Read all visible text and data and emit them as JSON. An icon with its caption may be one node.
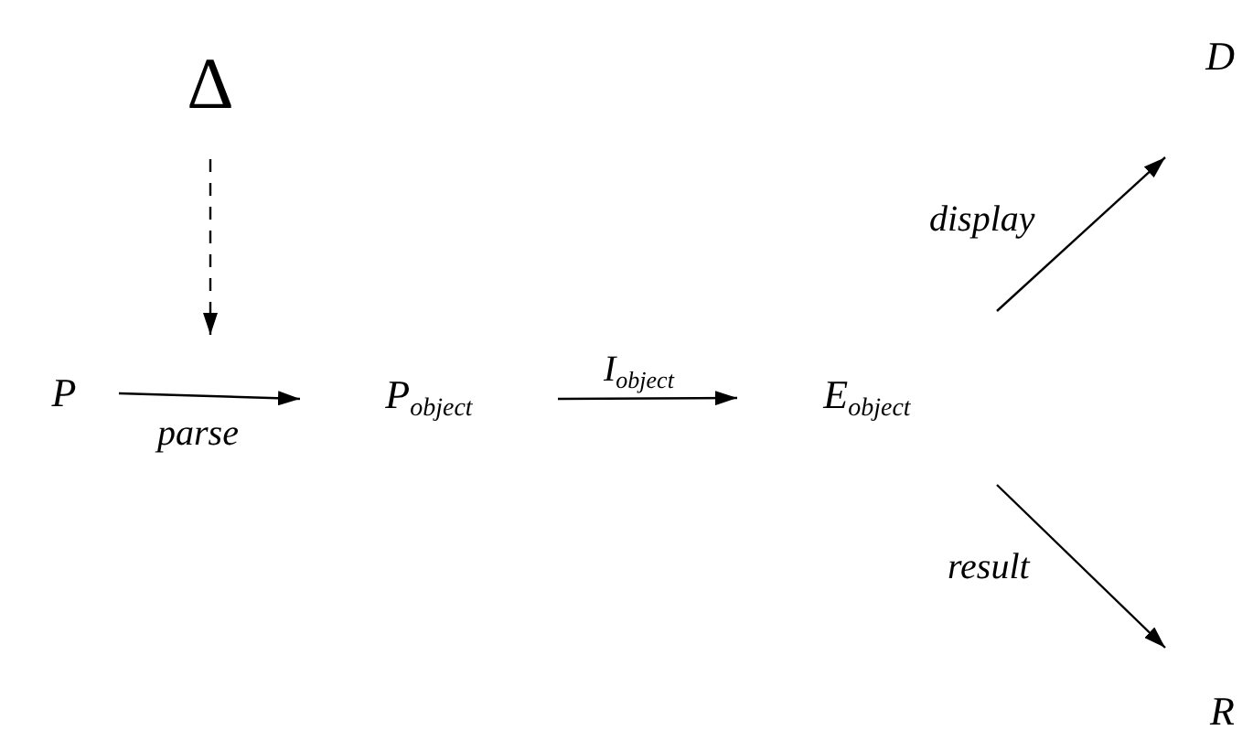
{
  "diagram": {
    "nodes": [
      {
        "text": [
          "Δ"
        ]
      },
      {
        "text": [
          "P"
        ]
      },
      {
        "text": [
          "P$_{object}$"
        ]
      },
      {
        "text": [
          "E$_{object}$"
        ]
      },
      {
        "text": [
          "D"
        ]
      },
      {
        "text": [
          "R"
        ]
      }
    ],
    "edges": [
      {
        "from": 0,
        "to": null,
        "arrow": "to",
        "style": "dashed"
      },
      {
        "from": 1,
        "to": 2,
        "arrow": "to",
        "label": "parse"
      },
      {
        "from": 2,
        "to": 3,
        "arrow": "to",
        "label": "I$_{object}$"
      },
      {
        "from": 3,
        "to": 4,
        "arrow": "to",
        "label": "display"
      },
      {
        "from": 3,
        "to": 5,
        "arrow": "to",
        "label": "result"
      }
    ]
  }
}
